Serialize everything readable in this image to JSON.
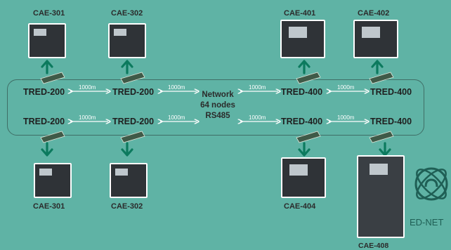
{
  "top_panels": [
    {
      "label": "CAE-301"
    },
    {
      "label": "CAE-302"
    },
    {
      "label": "CAE-401"
    },
    {
      "label": "CAE-402"
    }
  ],
  "bottom_panels": [
    {
      "label": "CAE-301"
    },
    {
      "label": "CAE-302"
    },
    {
      "label": "CAE-404"
    },
    {
      "label": "CAE-408"
    }
  ],
  "top_row": [
    "TRED-200",
    "TRED-200",
    "TRED-400",
    "TRED-400"
  ],
  "bottom_row": [
    "TRED-200",
    "TRED-200",
    "TRED-400",
    "TRED-400"
  ],
  "distance": "1000m",
  "network": {
    "line1": "Network",
    "line2": "64 nodes",
    "line3": "RS485"
  },
  "brand": {
    "name": "ED-NET"
  },
  "colors": {
    "background": "#5fb3a5",
    "arrow": "#0c7a5e",
    "ring": "#3f6e66"
  }
}
